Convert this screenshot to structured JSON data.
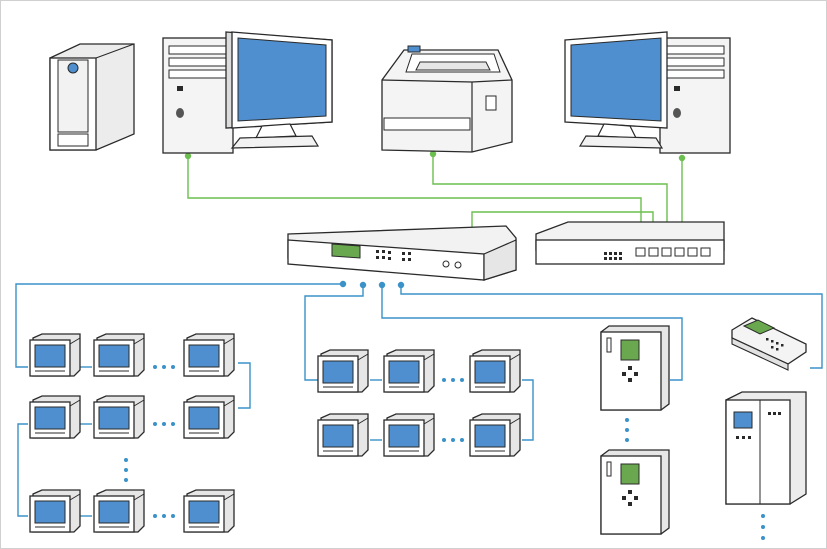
{
  "colors": {
    "background": "#ffffff",
    "device_stroke": "#2a2a2a",
    "device_fill": "#ffffff",
    "device_shade": "#e9e9e9",
    "screen_blue": "#4f8fcf",
    "ethernet_line": "#6bbf4e",
    "bus_line": "#3a92c8",
    "lcd_green": "#6aa84f",
    "border_gray": "#d0d0d0"
  },
  "nodes": {
    "ups": {
      "icon": "ups-icon"
    },
    "workstation_left": {
      "icon": "desktop-computer-icon"
    },
    "printer": {
      "icon": "printer-icon"
    },
    "workstation_right": {
      "icon": "desktop-computer-icon"
    },
    "communication_manager": {
      "icon": "rack-gateway-icon"
    },
    "network_switch": {
      "icon": "ethernet-switch-icon"
    },
    "power_meter": {
      "icon": "panel-meter-icon"
    },
    "protection_relay": {
      "icon": "protection-relay-icon"
    },
    "handheld_terminal": {
      "icon": "handheld-terminal-icon"
    },
    "switchgear_cabinet": {
      "icon": "switchgear-cabinet-icon"
    }
  },
  "links": {
    "ethernet": "green",
    "rs485_bus": "blue",
    "continuation": "dotted"
  }
}
